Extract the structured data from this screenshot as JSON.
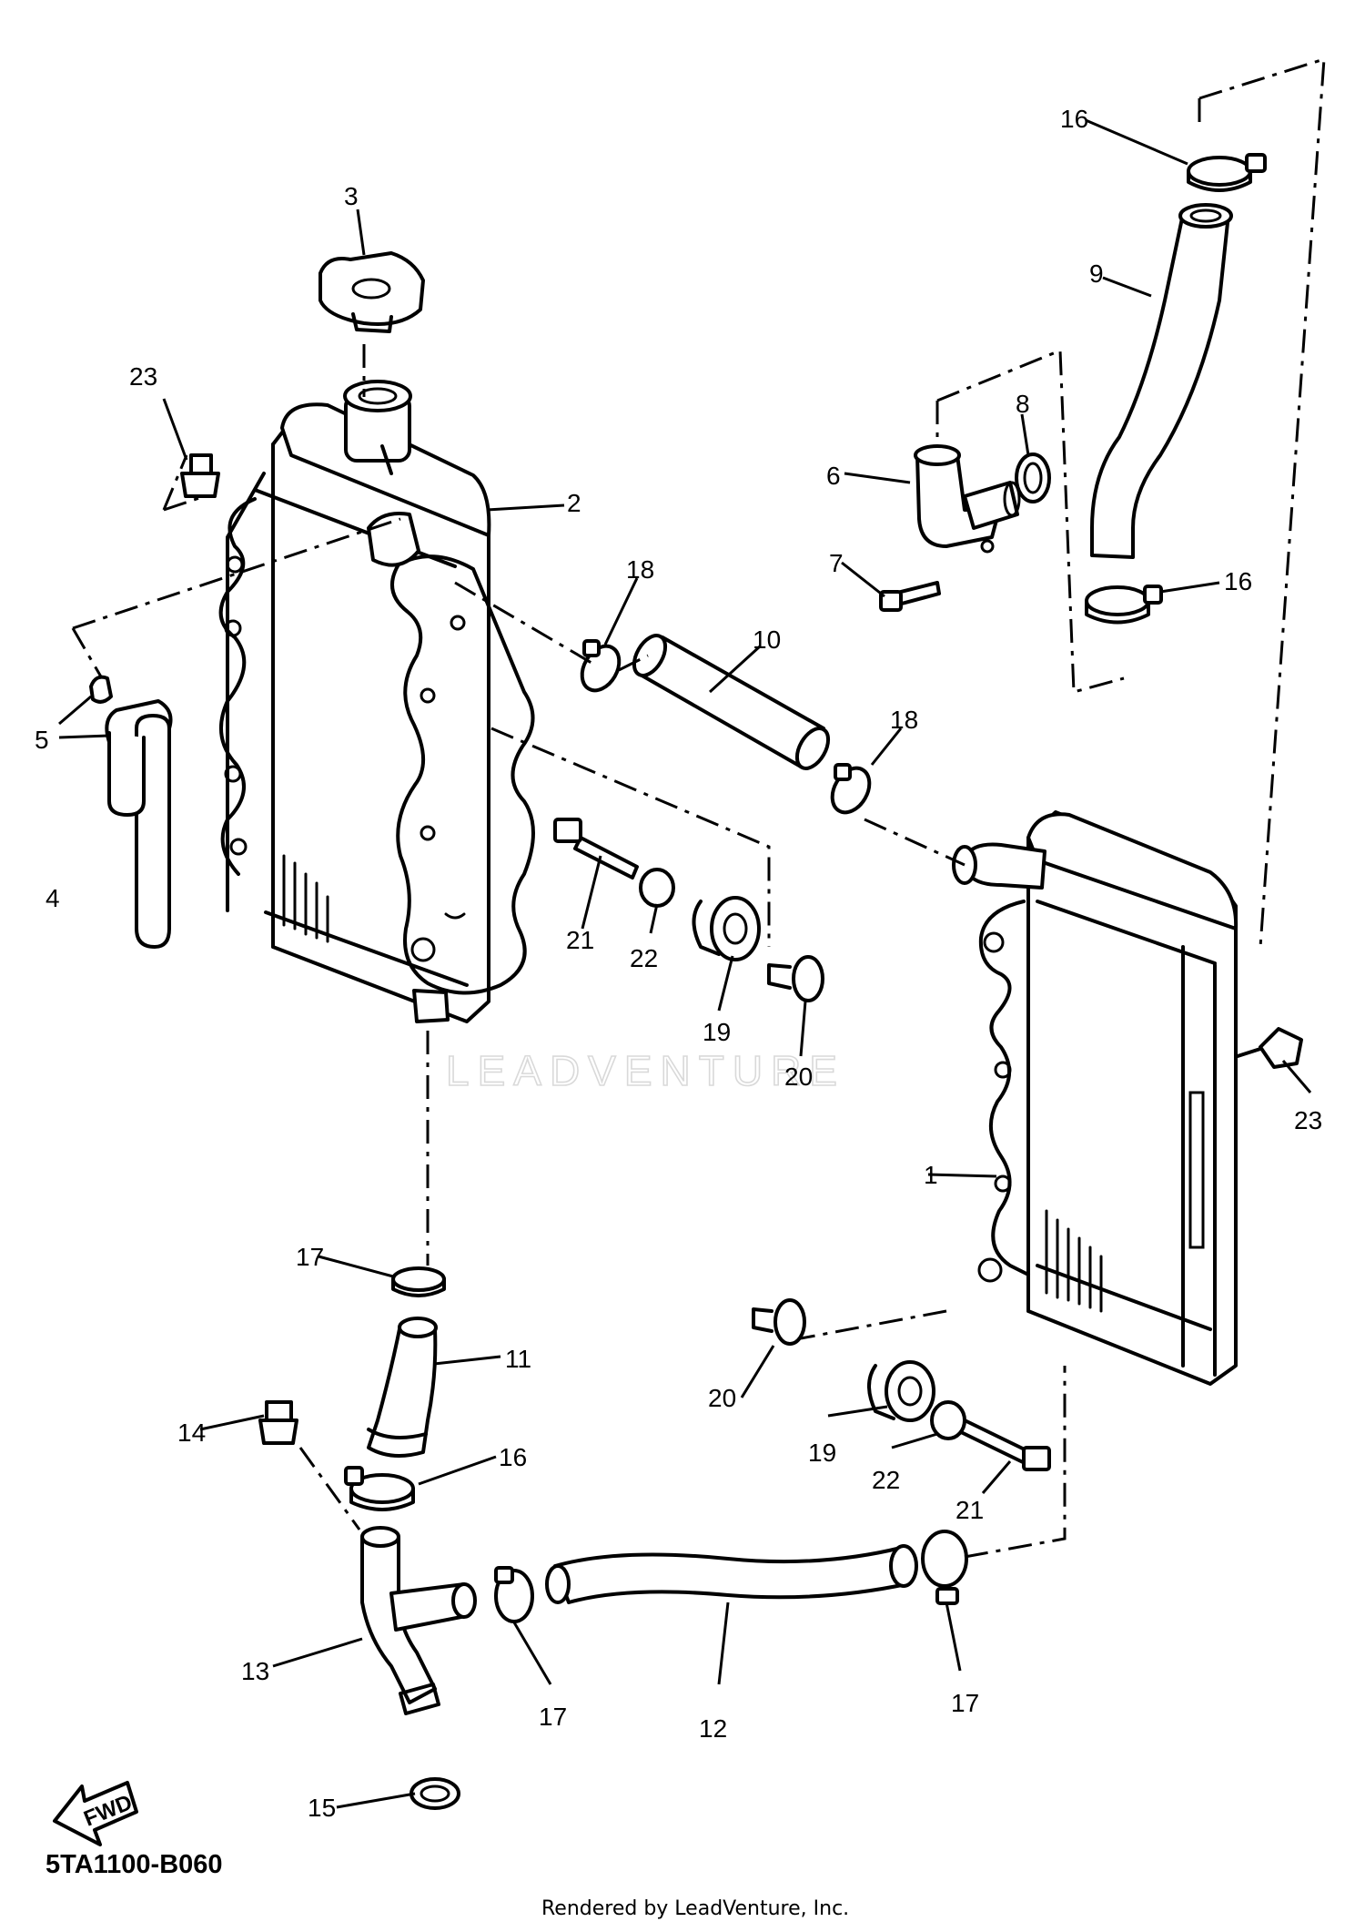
{
  "labels": [
    "1",
    "2",
    "3",
    "4",
    "5",
    "6",
    "7",
    "8",
    "9",
    "10",
    "11",
    "12",
    "13",
    "14",
    "15",
    "16",
    "16",
    "16",
    "17",
    "17",
    "17",
    "18",
    "18",
    "19",
    "19",
    "20",
    "20",
    "21",
    "21",
    "22",
    "22",
    "23",
    "23"
  ],
  "diagram_code": "5TA1100-B060",
  "credit": "Rendered by LeadVenture, Inc.",
  "watermark": "LEADVENTURE",
  "fwd_label": "FWD"
}
